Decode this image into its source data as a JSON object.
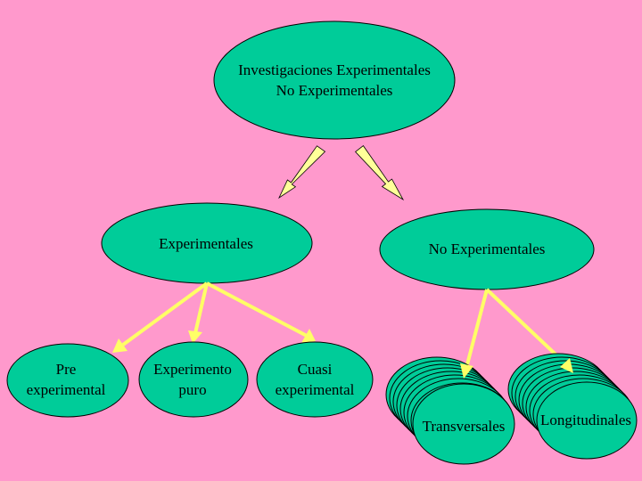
{
  "colors": {
    "background": "#ff99cc",
    "node_fill": "#00cc99",
    "arrow_fill": "#ffff99",
    "outline": "#000000"
  },
  "root": {
    "line1": "Investigaciones Experimentales",
    "line2": "No Experimentales"
  },
  "branches": {
    "experimental": "Experimentales",
    "non_experimental": "No Experimentales"
  },
  "leaves": {
    "pre": {
      "line1": "Pre",
      "line2": "experimental"
    },
    "puro": {
      "line1": "Experimento",
      "line2": "puro"
    },
    "cuasi": {
      "line1": "Cuasi",
      "line2": "experimental"
    },
    "transversales": "Transversales",
    "longitudinales": "Longitudinales"
  }
}
